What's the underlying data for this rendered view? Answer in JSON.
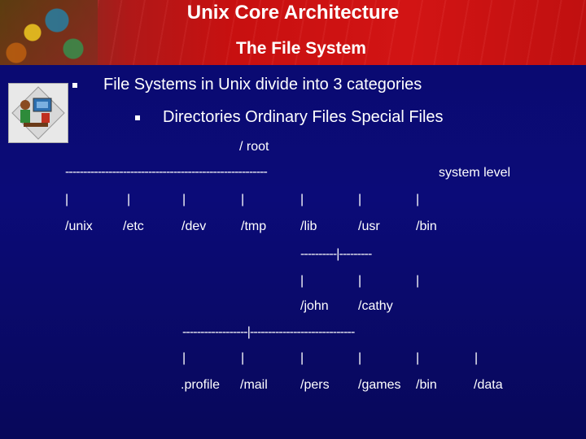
{
  "slide": {
    "title": "Unix Core Architecture",
    "subtitle": "The File System",
    "bullet1": "File Systems in Unix divide into 3 categories",
    "bullet2": "Directories Ordinary Files Special Files"
  },
  "tree": {
    "root": "/ root",
    "top_line": "--------------------------------------------------------",
    "top_line_label": "system level",
    "level1": [
      "/unix",
      "/etc",
      "/dev",
      "/tmp",
      "/lib",
      "/usr",
      "/bin"
    ],
    "usr_line": "----------|---------",
    "usr_children": [
      "/john",
      "/cathy"
    ],
    "john_line": "------------------|-----------------------------",
    "john_children": [
      ".profile",
      "/mail",
      "/pers",
      "/games",
      "/bin",
      "/data"
    ],
    "pipe": "|"
  },
  "colors": {
    "background": "#0a0a6e",
    "banner": "#c81010",
    "text": "#ffffff"
  },
  "icons": [
    "bullet-icon",
    "computer-user-logo"
  ]
}
